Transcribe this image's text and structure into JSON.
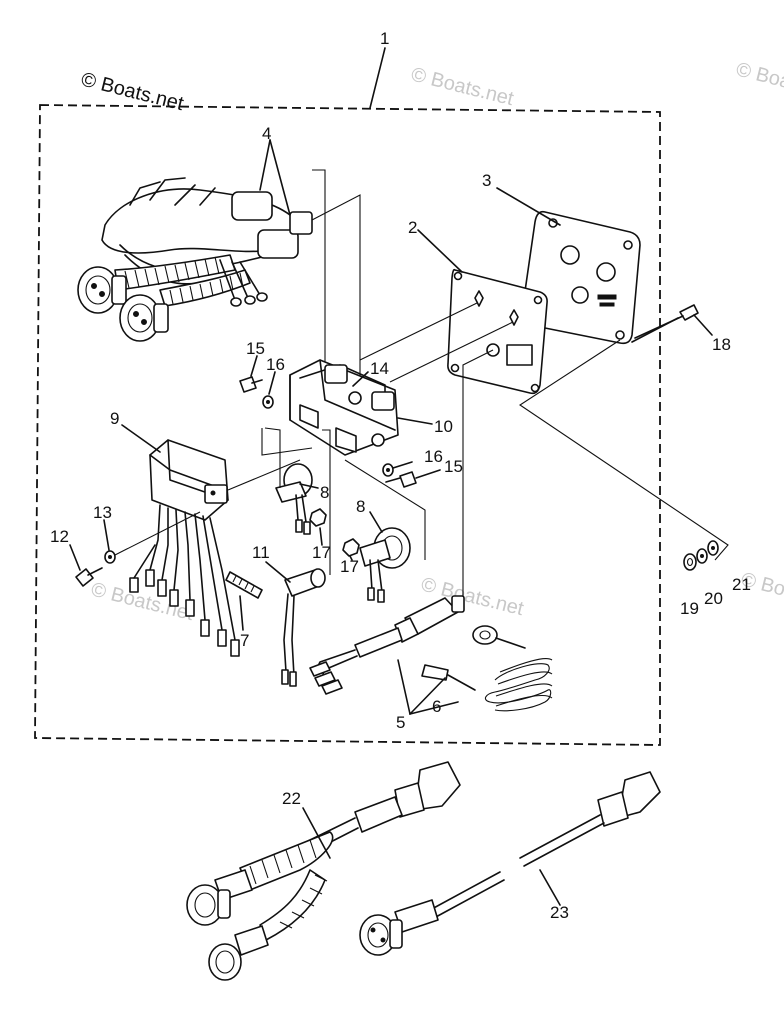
{
  "watermark": {
    "primary": "© Boats.net",
    "faint": "© Boats.net"
  },
  "callouts": {
    "c1": "1",
    "c2": "2",
    "c3": "3",
    "c4": "4",
    "c5": "5",
    "c6": "6",
    "c7": "7",
    "c8a": "8",
    "c8b": "8",
    "c9": "9",
    "c10": "10",
    "c11": "11",
    "c12": "12",
    "c13": "13",
    "c14": "14",
    "c15a": "15",
    "c15b": "15",
    "c16a": "16",
    "c16b": "16",
    "c17a": "17",
    "c17b": "17",
    "c18": "18",
    "c19": "19",
    "c20": "20",
    "c21": "21",
    "c22": "22",
    "c23": "23"
  }
}
